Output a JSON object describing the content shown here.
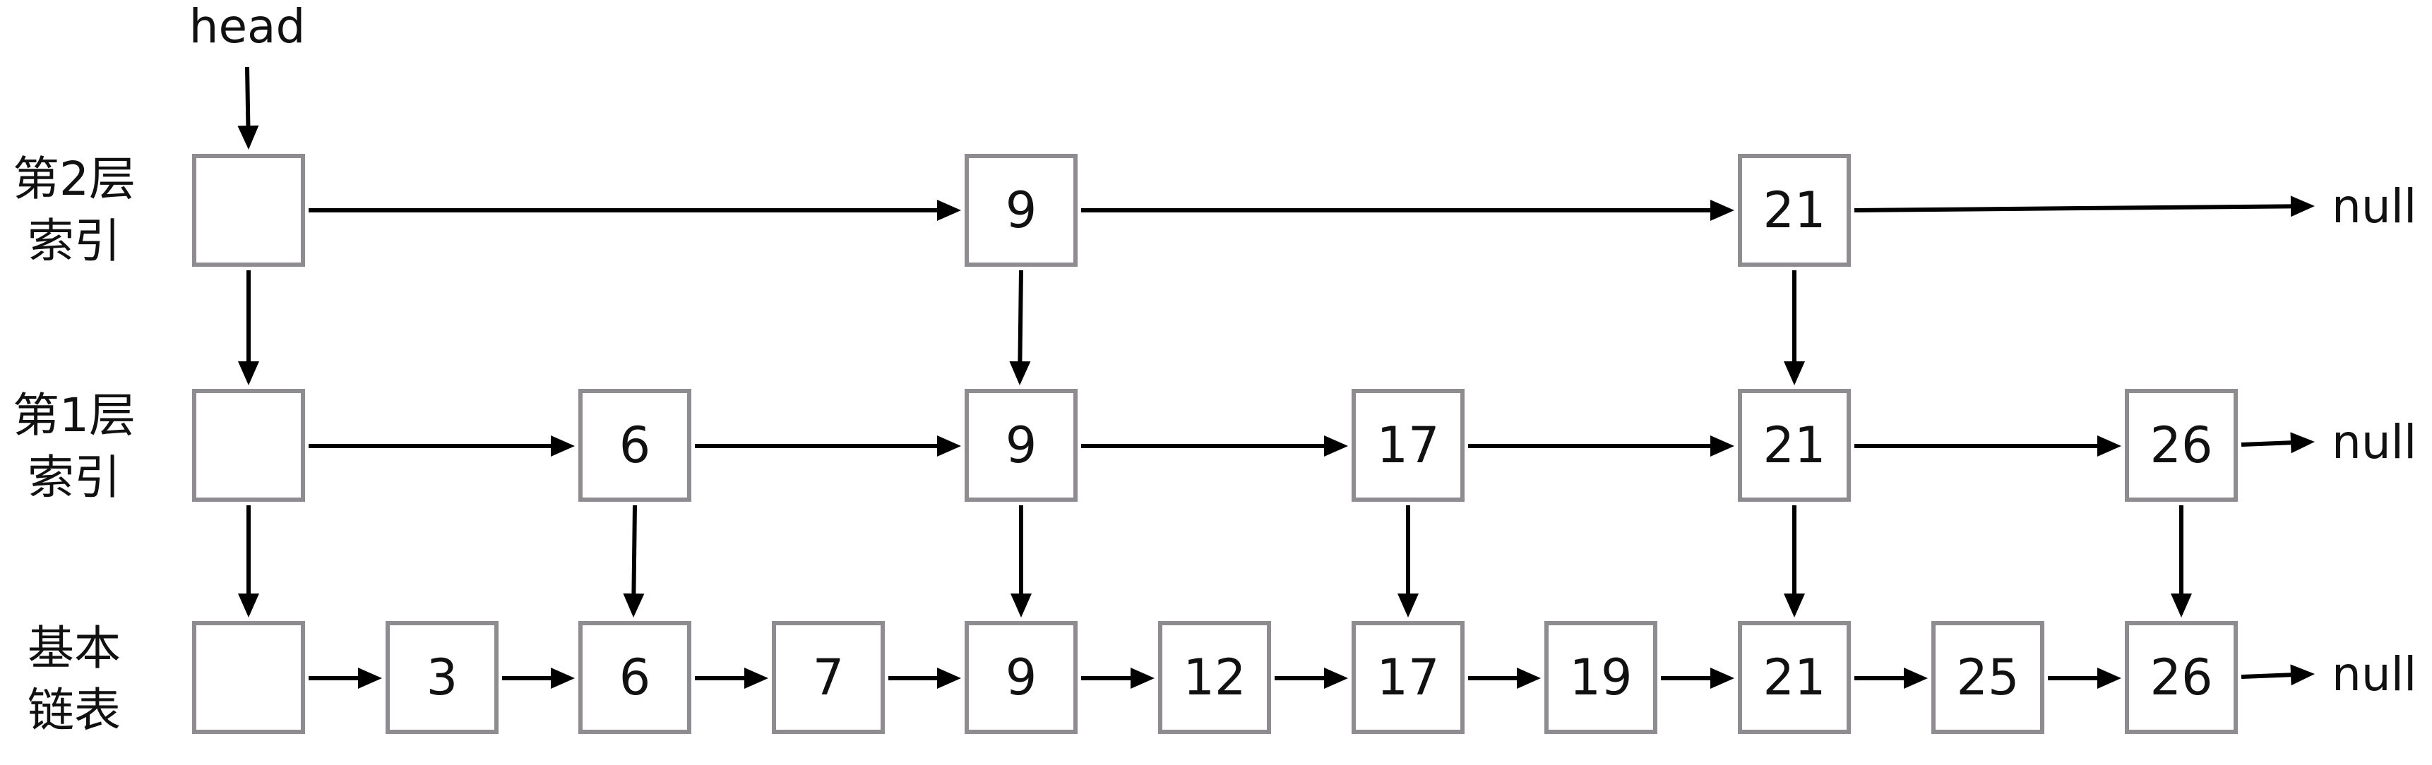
{
  "head_label": "head",
  "null_label": "null",
  "colors": {
    "node_border": "#8e8c90",
    "arrow": "#000000",
    "text": "#111111"
  },
  "levels": [
    {
      "label_line1": "第2层",
      "label_line2": "索引",
      "values": [
        "",
        "9",
        "21"
      ]
    },
    {
      "label_line1": "第1层",
      "label_line2": "索引",
      "values": [
        "",
        "6",
        "9",
        "17",
        "21",
        "26"
      ]
    },
    {
      "label_line1": "基本",
      "label_line2": "链表",
      "values": [
        "",
        "3",
        "6",
        "7",
        "9",
        "12",
        "17",
        "19",
        "21",
        "25",
        "26"
      ]
    }
  ]
}
